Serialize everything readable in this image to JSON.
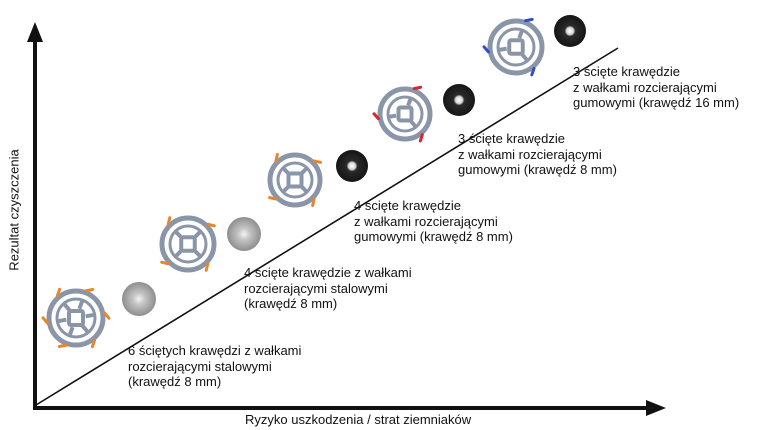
{
  "axes": {
    "x_title": "Ryzyko uszkodzenia / strat ziemniaków",
    "y_title": "Rezultat czyszczenia"
  },
  "colors": {
    "axis": "#111111",
    "disc_ring": "#8a96a8",
    "roller_gray": "#a8a8a8",
    "roller_dark": "#1c1c1c",
    "tip_orange": "#e8862c",
    "tip_red": "#d8262c",
    "tip_blue": "#2f4fc8"
  },
  "stages": [
    {
      "label": "6 ściętych krawędzi z wałkami\nrozcierającymi stalowymi\n(krawędź 8 mm)",
      "roller": "steel",
      "tip_color": "orange",
      "icon": "disc-6-edges-icon"
    },
    {
      "label": "4 ścięte krawędzie z wałkami\nrozcierającymi stalowymi\n(krawędź 8 mm)",
      "roller": "steel",
      "tip_color": "orange",
      "icon": "disc-4-edges-icon"
    },
    {
      "label": "4 ścięte krawędzie\nz wałkami rozcierającymi\ngumowymi (krawędź 8 mm)",
      "roller": "rubber",
      "tip_color": "orange",
      "icon": "disc-4-edges-icon"
    },
    {
      "label": "3 ścięte krawędzie\nz wałkami rozcierającymi\ngumowymi (krawędź 8 mm)",
      "roller": "rubber",
      "tip_color": "red",
      "icon": "disc-3-edges-icon"
    },
    {
      "label": "3 ścięte krawędzie\nz wałkami rozcierającymi\ngumowymi (krawędź 16 mm)",
      "roller": "rubber",
      "tip_color": "blue",
      "icon": "disc-3-edges-icon"
    }
  ]
}
